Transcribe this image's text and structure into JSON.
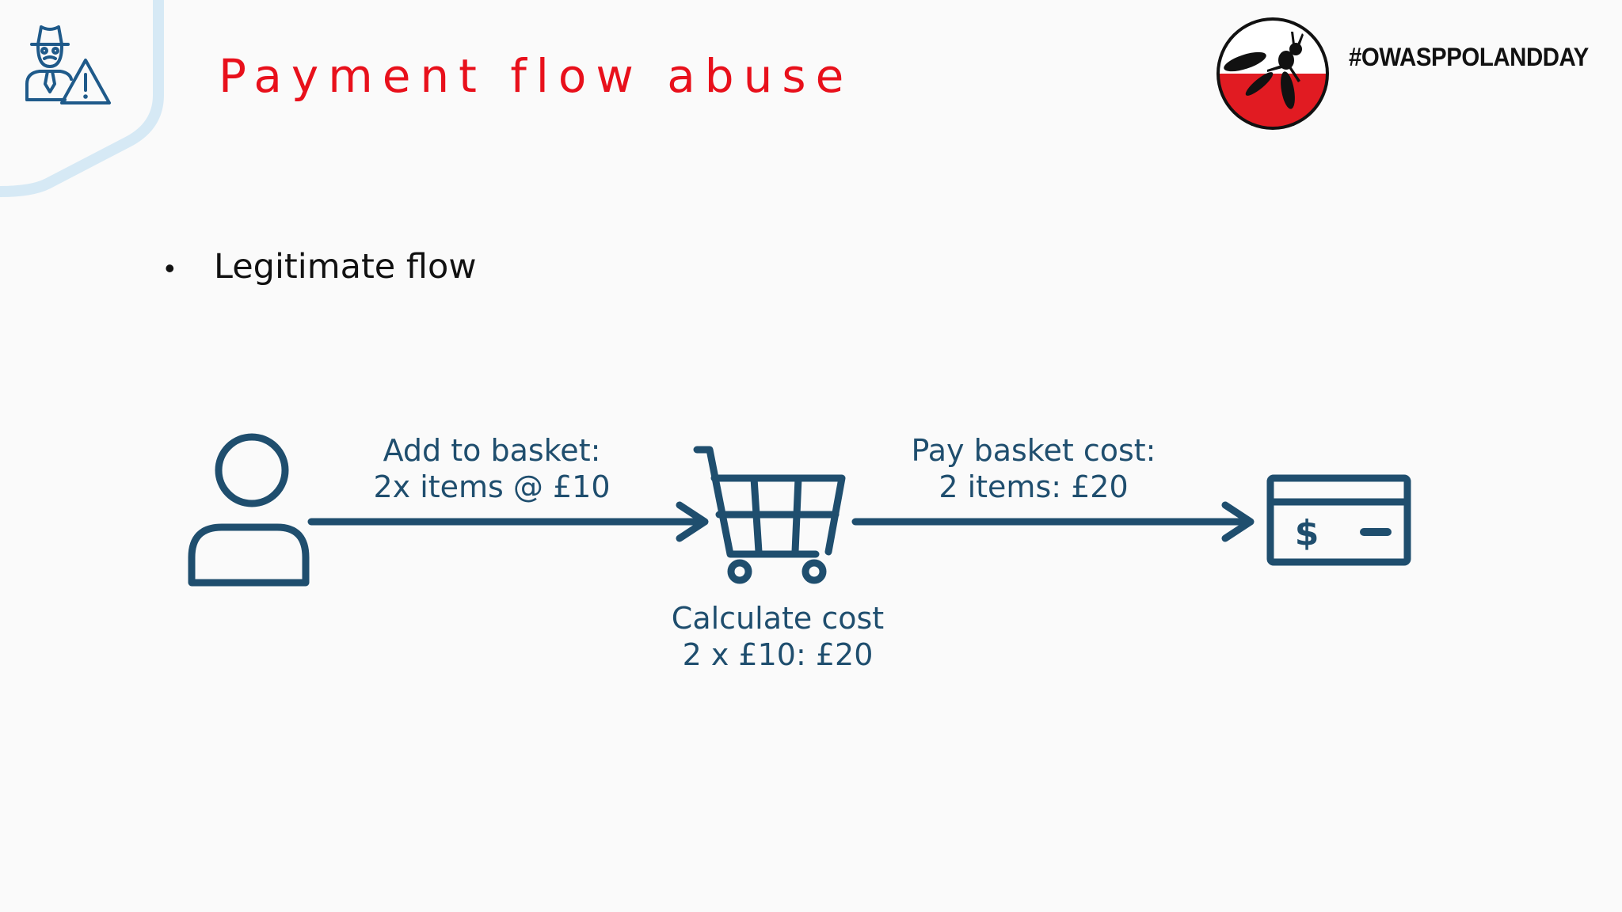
{
  "slide": {
    "title": "Payment flow abuse",
    "hashtag": "#OWASPPOLANDDAY",
    "bullet": "Legitimate flow"
  },
  "diagram": {
    "steps": [
      {
        "id": "user",
        "icon": "user-icon"
      },
      {
        "id": "cart",
        "icon": "shopping-cart-icon",
        "caption": [
          "Calculate cost",
          "2 x £10: £20"
        ]
      },
      {
        "id": "payment",
        "icon": "payment-card-icon",
        "card_symbol": "$"
      }
    ],
    "arrows": [
      {
        "from": "user",
        "to": "cart",
        "label": [
          "Add to basket:",
          "2x items @ £10"
        ]
      },
      {
        "from": "cart",
        "to": "payment",
        "label": [
          "Pay basket cost:",
          "2 items: £20"
        ]
      }
    ]
  },
  "colors": {
    "title": "#e8101b",
    "diagram": "#1f4e6e",
    "icon_blue": "#1f5a8a",
    "corner_deco": "#cfe5f3",
    "logo_red": "#e11b22"
  }
}
